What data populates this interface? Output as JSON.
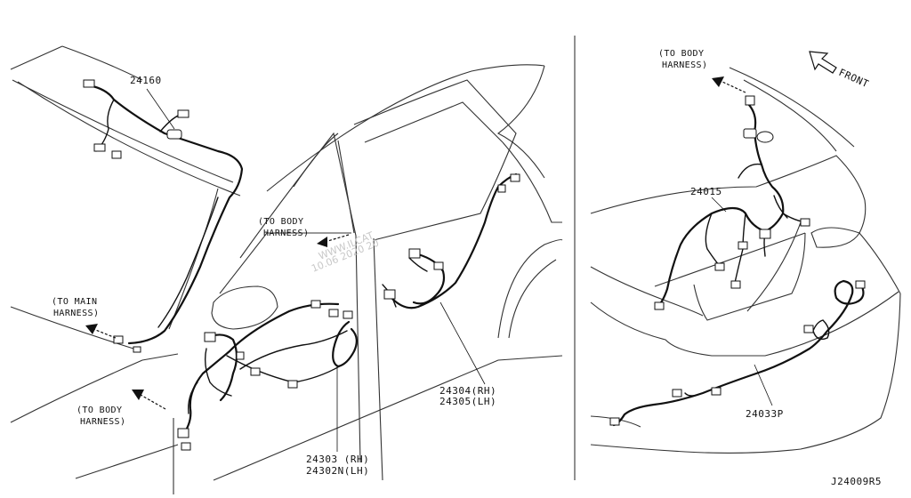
{
  "diagram_id": "J24009R5",
  "watermark": [
    "WWW.ILCAT",
    "10.06 2020 20"
  ],
  "left_panel": {
    "parts": {
      "roof_harness": "24160",
      "front_door_rh": "24303 (RH)",
      "front_door_lh": "24302N(LH)",
      "rear_door_rh": "24304(RH)",
      "rear_door_lh": "24305(LH)"
    },
    "notes": {
      "to_body_harness_upper": [
        "(TO BODY",
        "HARNESS)"
      ],
      "to_main_harness": [
        "(TO MAIN",
        "HARNESS)"
      ],
      "to_body_harness_lower": [
        "(TO BODY",
        "HARNESS)"
      ]
    }
  },
  "right_panel": {
    "parts": {
      "trunk_lid_harness": "24015",
      "rear_bumper_harness": "24033P"
    },
    "notes": {
      "to_body_harness": [
        "(TO BODY",
        "HARNESS)"
      ]
    },
    "direction": "FRONT"
  }
}
